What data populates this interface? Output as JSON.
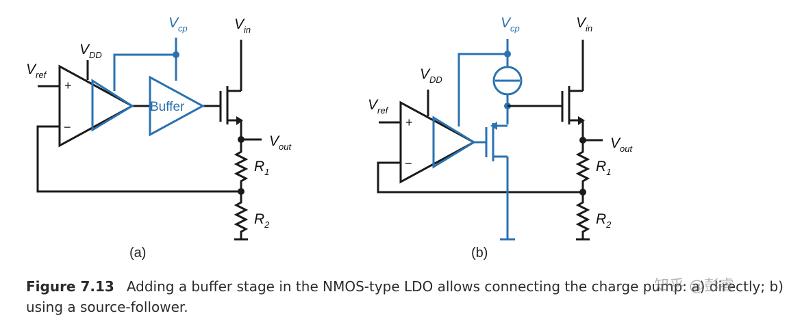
{
  "figure": {
    "panel_a": {
      "label": "(a)",
      "buffer_label": "Buffer",
      "plus_sign": "+",
      "minus_sign": "−",
      "vref": {
        "main": "V",
        "sub": "ref"
      },
      "vdd": {
        "main": "V",
        "sub": "DD"
      },
      "vcp": {
        "main": "V",
        "sub": "cp"
      },
      "vin": {
        "main": "V",
        "sub": "in"
      },
      "vout": {
        "main": "V",
        "sub": "out"
      },
      "r1": {
        "main": "R",
        "sub": "1"
      },
      "r2": {
        "main": "R",
        "sub": "2"
      }
    },
    "panel_b": {
      "label": "(b)",
      "plus_sign": "+",
      "minus_sign": "−",
      "vref": {
        "main": "V",
        "sub": "ref"
      },
      "vdd": {
        "main": "V",
        "sub": "DD"
      },
      "vcp": {
        "main": "V",
        "sub": "cp"
      },
      "vin": {
        "main": "V",
        "sub": "in"
      },
      "vout": {
        "main": "V",
        "sub": "out"
      },
      "r1": {
        "main": "R",
        "sub": "1"
      },
      "r2": {
        "main": "R",
        "sub": "2"
      }
    }
  },
  "caption": {
    "label": "Figure 7.13",
    "text": "Adding a buffer stage in the NMOS-type LDO allows connecting the charge pump: a) directly; b) using a source-follower."
  },
  "watermark": {
    "text": "知乎 @彭睿"
  },
  "colors": {
    "added_circuitry": "#2a72b0",
    "base_circuitry": "#1a1a1a"
  }
}
